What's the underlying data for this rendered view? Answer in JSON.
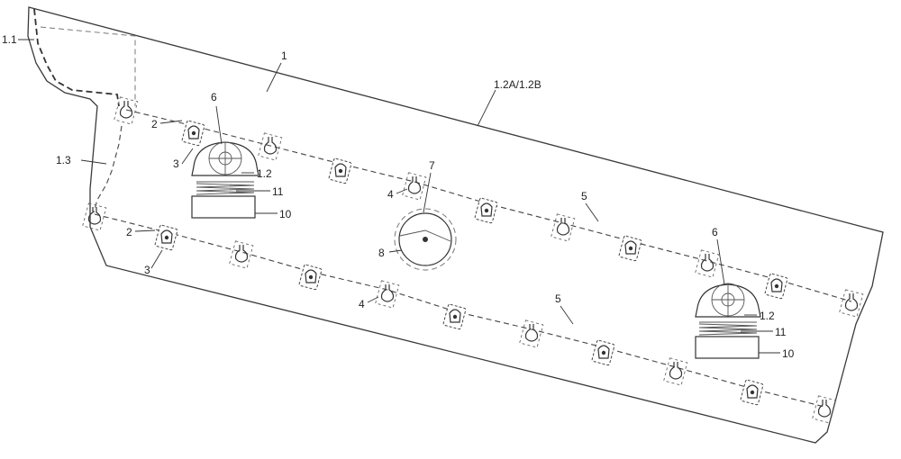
{
  "labels": {
    "plate_edge": "1.1",
    "main_body": "1",
    "side_plates": "1.2A/1.2B",
    "beam": "1.3",
    "bolt": "2",
    "clamp": "3",
    "hook": "4",
    "cable": "5",
    "bearing_seat": "6",
    "drive_unit": "7",
    "rotor": "8",
    "base_block": "10",
    "spring": "11",
    "support": "1.2"
  },
  "icons": {
    "bolt_clamp": "bolt-clamp-icon",
    "hook": "hook-icon",
    "spring": "spring-icon",
    "motor": "motor-icon"
  },
  "colors": {
    "line": "#333333",
    "background": "#ffffff"
  }
}
